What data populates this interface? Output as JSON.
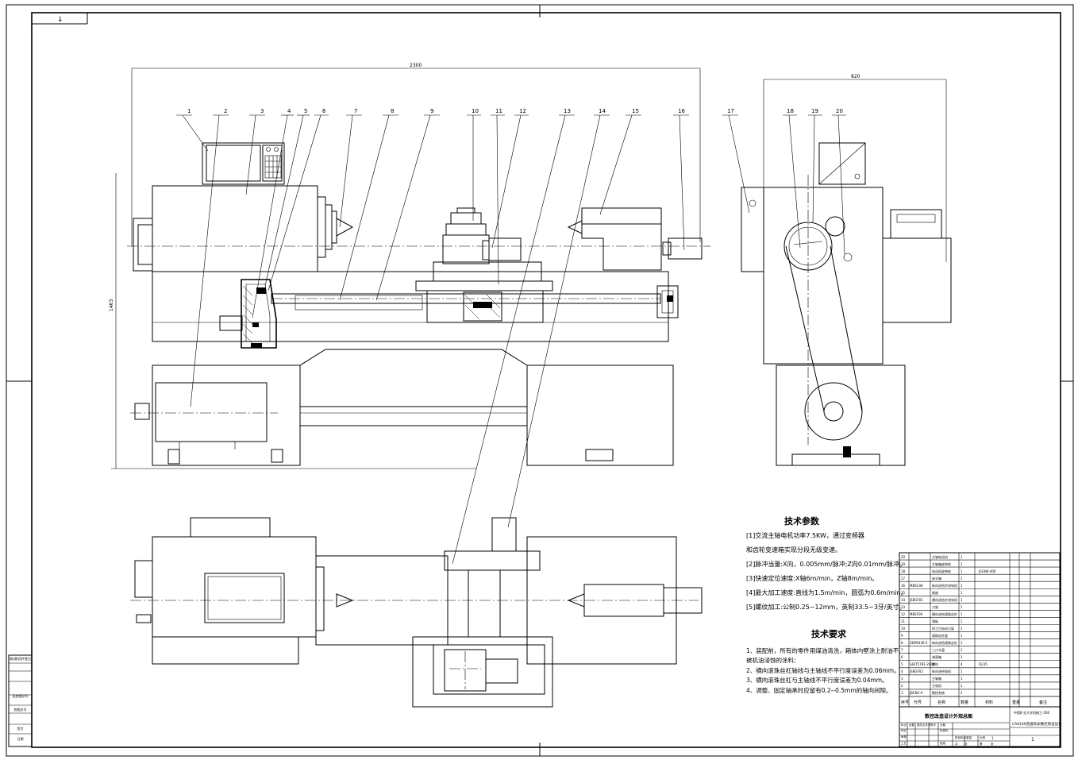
{
  "sheet": {
    "corner_mark": "↓"
  },
  "dimensions": {
    "overall_length": "2300",
    "side_width": "820",
    "height": "1463"
  },
  "callouts": [
    "1",
    "2",
    "3",
    "4",
    "5",
    "6",
    "7",
    "8",
    "9",
    "10",
    "11",
    "12",
    "13",
    "14",
    "15",
    "16",
    "17",
    "18",
    "19",
    "20"
  ],
  "tech_params": {
    "title": "技术参数",
    "items": [
      "[1]交流主轴电机功率7.5KW，通过变频器",
      "和齿轮变速箱实现分段无级变速。",
      "[2]脉冲当量:X向，0.005mm/脉冲;Z向0.01mm/脉冲。",
      "[3]快速定位速度:X轴6m/min，Z轴8m/min。",
      "[4]最大加工速度:直线为1.5m/min，圆弧为0.6m/min。",
      "[5]螺纹加工:公制0.25~12mm，英制33.5~3牙/英寸。"
    ]
  },
  "tech_req": {
    "title": "技术要求",
    "items": [
      "1、装配前，所有的零件用煤油清洗，箱体内壁涂上耐油不",
      "被机油浸蚀的涂料;",
      "2、横向滚珠丝杠轴线与主轴线不平行度误差为0.06mm。",
      "3、横向滚珠丝杠与主轴线不平行度误差为0.04mm。",
      "4、调整、固定轴承时应留有0.2--0.5mm的轴向间隙。"
    ]
  },
  "bom": {
    "rows": [
      {
        "no": "20",
        "code": "",
        "name": "主轴电动机",
        "qty": "1",
        "mat": "",
        "note": ""
      },
      {
        "no": "19",
        "code": "",
        "name": "主轴箱皮带轮",
        "qty": "1",
        "mat": "",
        "note": ""
      },
      {
        "no": "18",
        "code": "",
        "name": "电动机皮带轮",
        "qty": "1",
        "mat": "JSGN0-400",
        "note": ""
      },
      {
        "no": "17",
        "code": "",
        "name": "床头箱",
        "qty": "1",
        "mat": "",
        "note": ""
      },
      {
        "no": "16",
        "code": "MBSC06",
        "name": "纵向进给步进电机",
        "qty": "1",
        "mat": "",
        "note": ""
      },
      {
        "no": "15",
        "code": "",
        "name": "尾座",
        "qty": "1",
        "mat": "",
        "note": ""
      },
      {
        "no": "14",
        "code": "JSBGF01",
        "name": "横向进给步进电机",
        "qty": "1",
        "mat": "",
        "note": ""
      },
      {
        "no": "13",
        "code": "",
        "name": "刀架",
        "qty": "1",
        "mat": "",
        "note": ""
      },
      {
        "no": "12",
        "code": "MBSF06",
        "name": "横向进给滚珠丝杠",
        "qty": "1",
        "mat": "",
        "note": ""
      },
      {
        "no": "11",
        "code": "",
        "name": "滑板",
        "qty": "1",
        "mat": "",
        "note": ""
      },
      {
        "no": "10",
        "code": "",
        "name": "四工位电动刀架",
        "qty": "1",
        "mat": "",
        "note": ""
      },
      {
        "no": "9",
        "code": "",
        "name": "滚珠丝杠副",
        "qty": "1",
        "mat": "",
        "note": ""
      },
      {
        "no": "8",
        "code": "ZDP8336-5",
        "name": "纵向进给滚珠丝杠",
        "qty": "1",
        "mat": "",
        "note": ""
      },
      {
        "no": "7",
        "code": "",
        "name": "三爪卡盘",
        "qty": "1",
        "mat": "",
        "note": ""
      },
      {
        "no": "6",
        "code": "",
        "name": "减速箱",
        "qty": "1",
        "mat": "",
        "note": ""
      },
      {
        "no": "5",
        "code": "GB/T5781-2000",
        "name": "螺栓",
        "qty": "4",
        "mat": "Q235",
        "note": ""
      },
      {
        "no": "4",
        "code": "JSBGF02",
        "name": "纵向进给电机",
        "qty": "1",
        "mat": "",
        "note": ""
      },
      {
        "no": "3",
        "code": "",
        "name": "主轴箱",
        "qty": "1",
        "mat": "",
        "note": ""
      },
      {
        "no": "2",
        "code": "",
        "name": "主电机",
        "qty": "1",
        "mat": "",
        "note": ""
      },
      {
        "no": "1",
        "code": "JBCNC-A",
        "name": "数控系统",
        "qty": "1",
        "mat": "",
        "note": ""
      }
    ],
    "headers": {
      "no": "序号",
      "code": "代号",
      "name": "名称",
      "qty": "数量",
      "mat": "材料",
      "weight": "重量",
      "note": "备注"
    }
  },
  "title_block": {
    "drawing_title": "数控改造设计外观总图",
    "school": "中国矿业大学机械工-200",
    "design_name": "CA6140普通车床数控改造设计",
    "scale": "1",
    "sheet_count": "1",
    "labels": [
      "标记",
      "处数",
      "更改文件号",
      "签字",
      "日期",
      "设计",
      "审核",
      "工艺",
      "标准化",
      "批准",
      "阶段标记",
      "重量",
      "比例",
      "共",
      "张",
      "第",
      "张"
    ]
  },
  "side_strip": {
    "labels": [
      "借(通)用件登记",
      "旧底图总号",
      "底图总号",
      "签字",
      "日期"
    ]
  }
}
